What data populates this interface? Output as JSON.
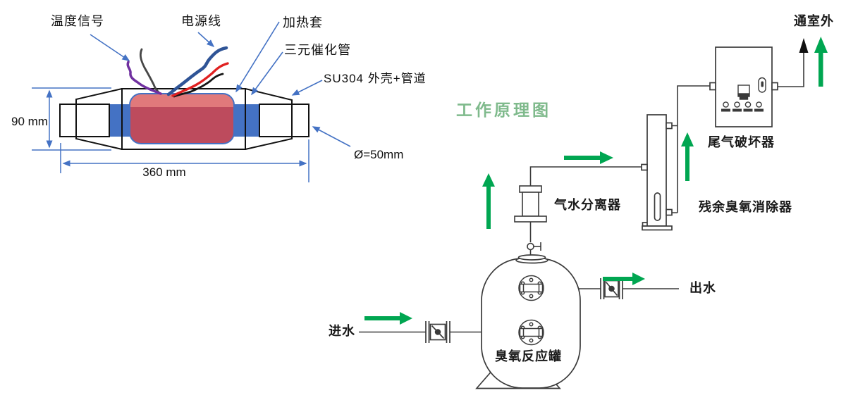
{
  "converter_diagram": {
    "labels": {
      "temperature_signal": "温度信号",
      "power_cable": "电源线",
      "heating_jacket": "加热套",
      "three_way_catalytic_tube": "三元催化管",
      "shell_pipe": "SU304 外壳+管道",
      "height": "90 mm",
      "length": "360 mm",
      "diameter": "Ø=50mm"
    },
    "colors": {
      "annotation_blue": "#4472C4",
      "jacket_pink": "#E0797B",
      "jacket_red": "#BD4B5D",
      "band_blue": "#4472C4",
      "wire_purple": "#7030A0",
      "wire_blue": "#2F5496",
      "wire_red": "#E02020",
      "outline_black": "#111111"
    }
  },
  "flow_diagram": {
    "title": "工作原理图",
    "title_color": "#7FBA8C",
    "arrow_green": "#00A651",
    "line_color": "#3A3A3A",
    "labels": {
      "vent_outdoor": "通室外",
      "tail_gas_destructor": "尾气破坏器",
      "residual_ozone_eliminator": "残余臭氧消除器",
      "gas_water_separator": "气水分离器",
      "ozone_reaction_tank": "臭氧反应罐",
      "water_inlet": "进水",
      "water_outlet": "出水"
    }
  }
}
